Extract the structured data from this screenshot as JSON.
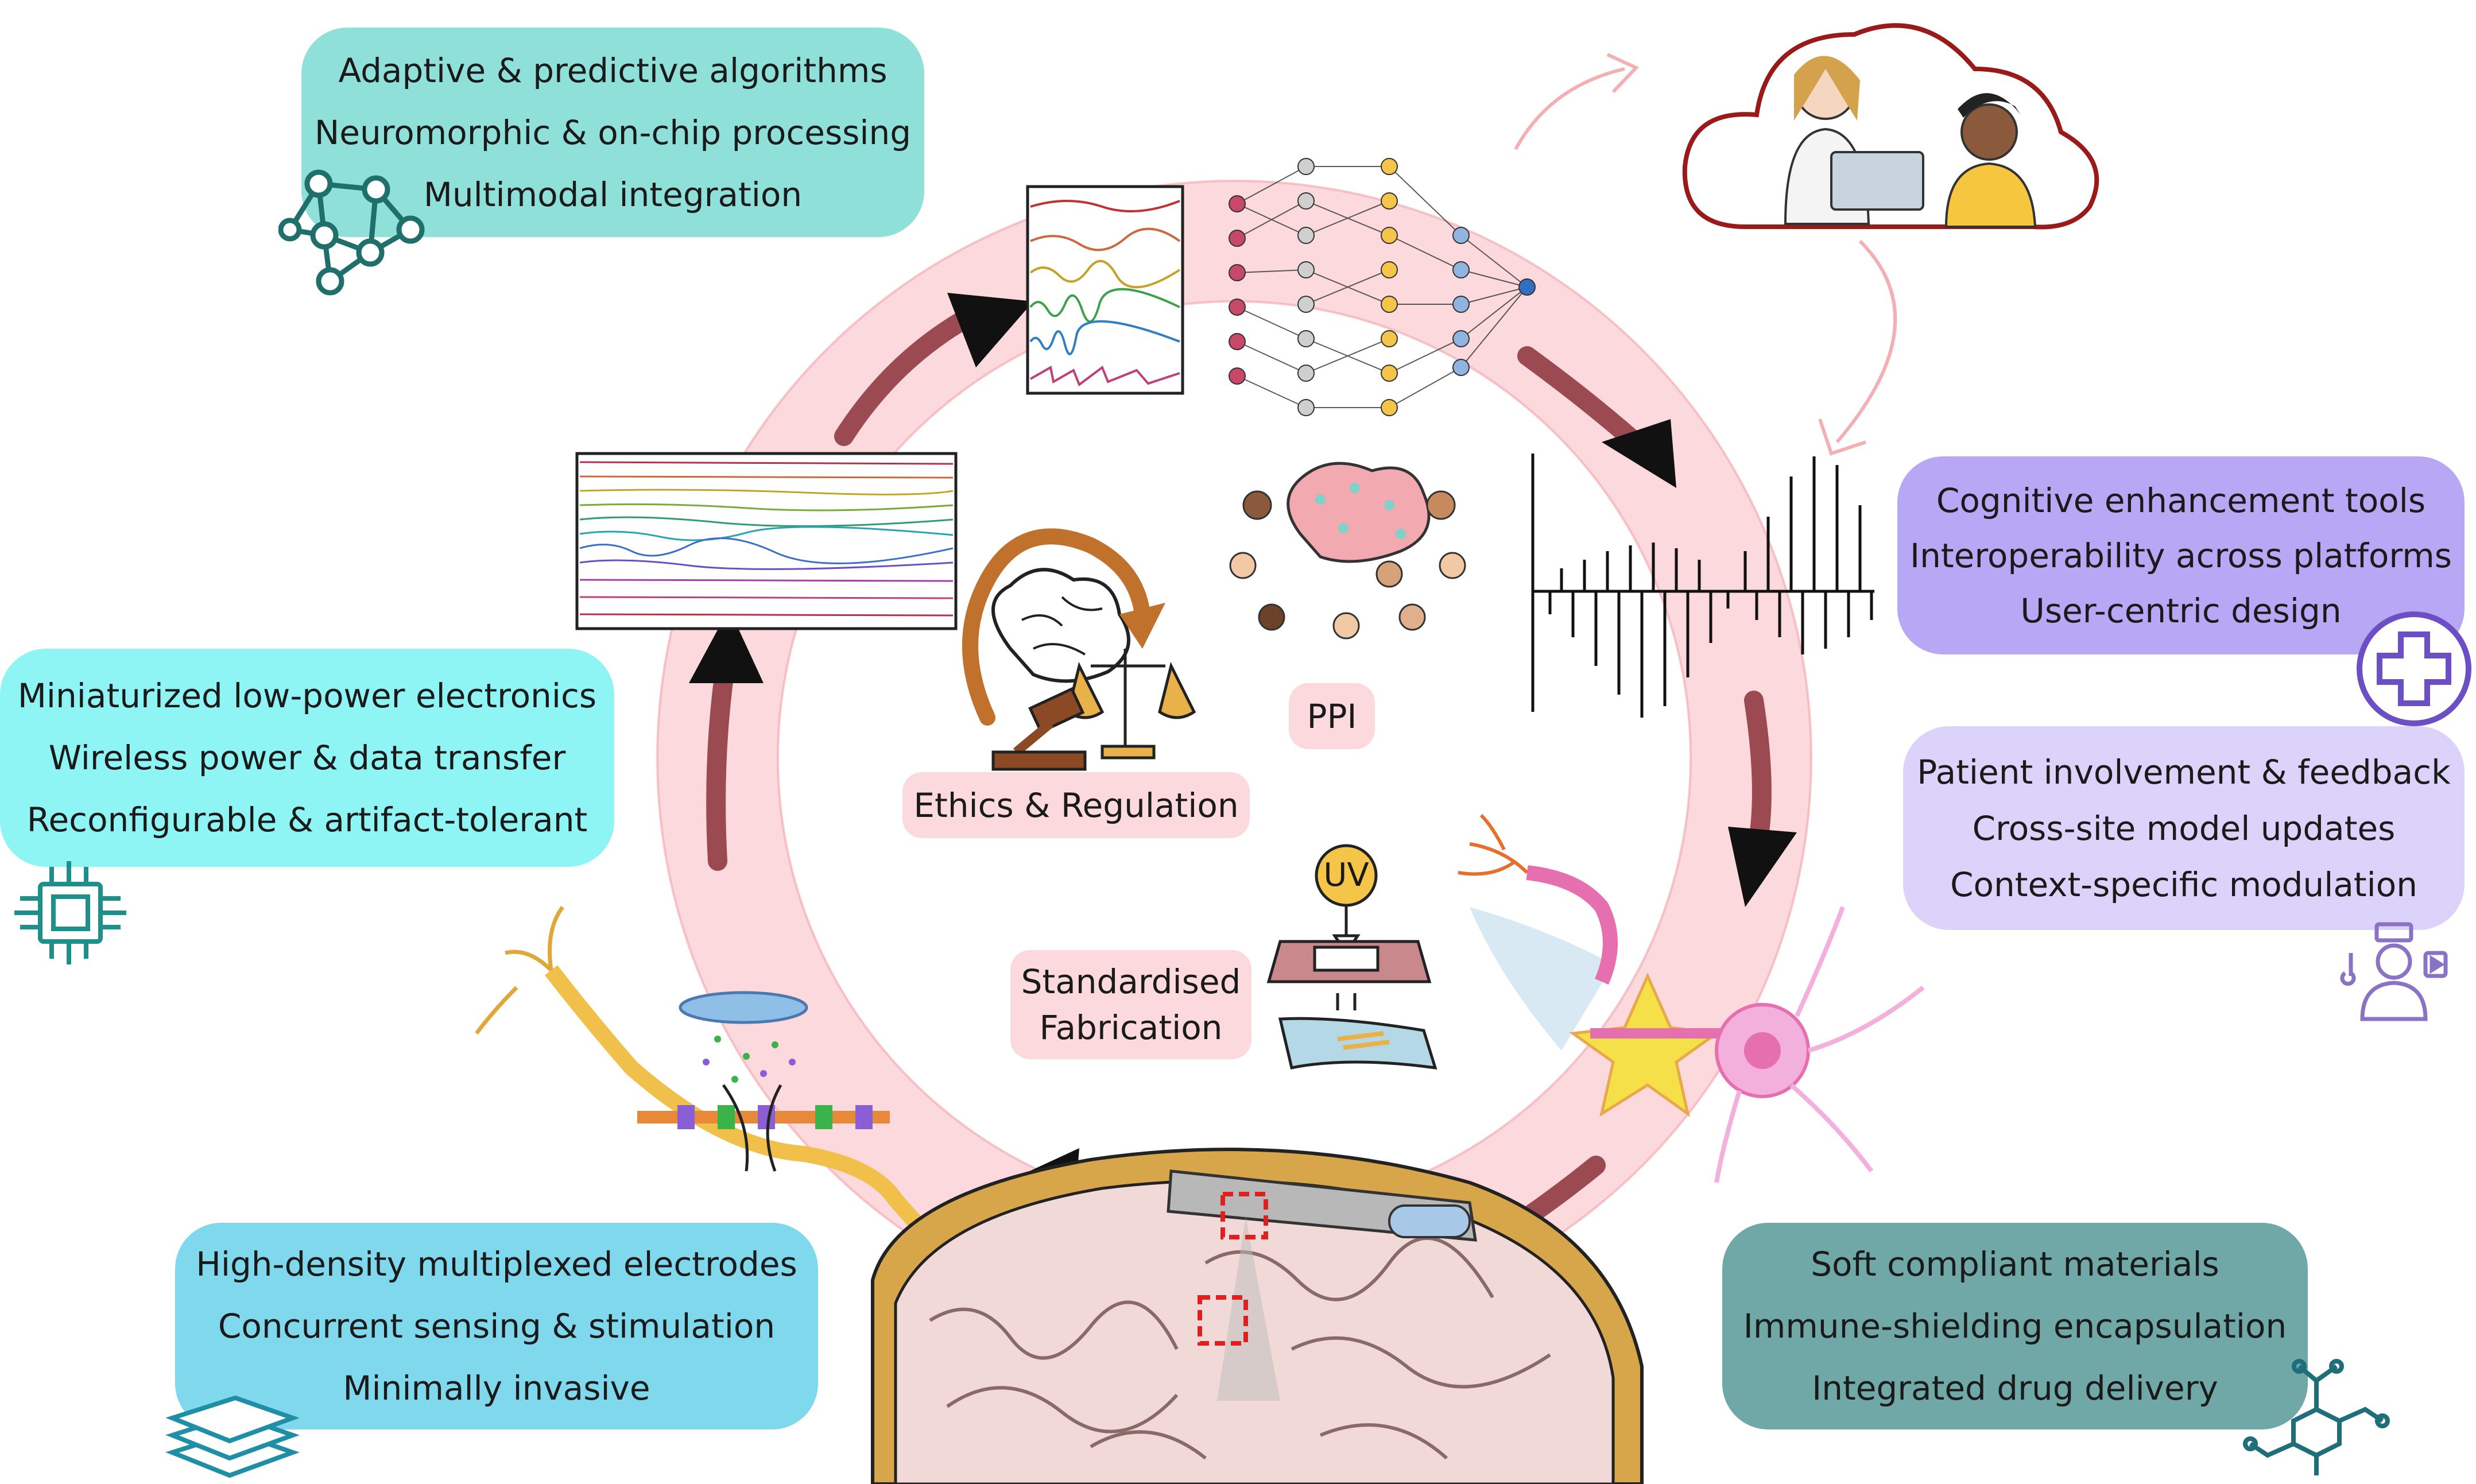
{
  "boxes": {
    "algorithms": {
      "color": "#8fe0d9",
      "lines": [
        "Adaptive & predictive algorithms",
        "Neuromorphic & on-chip processing",
        "Multimodal integration"
      ]
    },
    "electronics": {
      "color": "#8ff4f4",
      "lines": [
        "Miniaturized low-power electronics",
        "Wireless power & data transfer",
        "Reconfigurable & artifact-tolerant"
      ]
    },
    "electrodes": {
      "color": "#7fd8ec",
      "lines": [
        "High-density multiplexed electrodes",
        "Concurrent sensing & stimulation",
        "Minimally invasive"
      ]
    },
    "materials": {
      "color": "#6fa8a7",
      "lines": [
        "Soft compliant materials",
        "Immune-shielding encapsulation",
        "Integrated drug delivery"
      ]
    },
    "cognitive": {
      "color": "#b7a7f5",
      "lines": [
        "Cognitive enhancement tools",
        "Interoperability across platforms",
        "User-centric design"
      ]
    },
    "patient": {
      "color": "#dcd3fb",
      "lines": [
        "Patient involvement & feedback",
        "Cross-site model updates",
        "Context-specific modulation"
      ]
    }
  },
  "tags": {
    "ethics": "Ethics & Regulation",
    "ppi": "PPI",
    "fabrication_line1": "Standardised",
    "fabrication_line2": "Fabrication",
    "uv": "UV"
  },
  "colors": {
    "ring": "#fbd9dc",
    "ring_edge": "#f4a3aa",
    "flow_arrow": "#9b4a52",
    "cloud": "#9a1a1a",
    "tag_fill": "#fbd9dc",
    "icon_teal": "#1f6f6a",
    "icon_purple": "#6c4fc4"
  },
  "icons": [
    "network-icon",
    "chip-icon",
    "layers-icon",
    "molecule-icon",
    "medical-cross-icon",
    "user-media-icon",
    "cloud-icon",
    "brain-icon",
    "scale-icon",
    "uv-lamp-icon"
  ]
}
